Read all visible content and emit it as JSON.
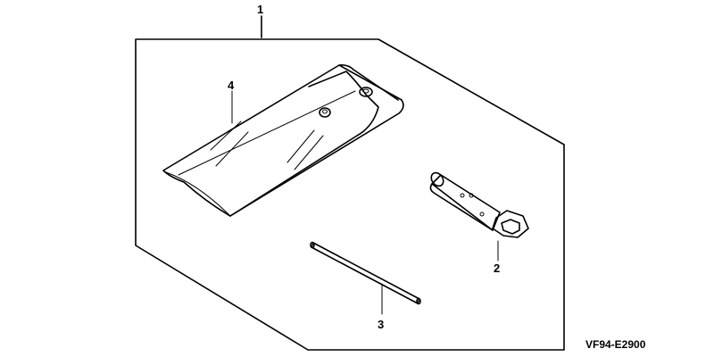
{
  "diagram": {
    "callouts": {
      "kit": "1",
      "wrench": "2",
      "handle": "3",
      "bag": "4"
    },
    "figure_code": "VF94-E2900",
    "colors": {
      "line": "#000000",
      "background": "#ffffff"
    }
  }
}
